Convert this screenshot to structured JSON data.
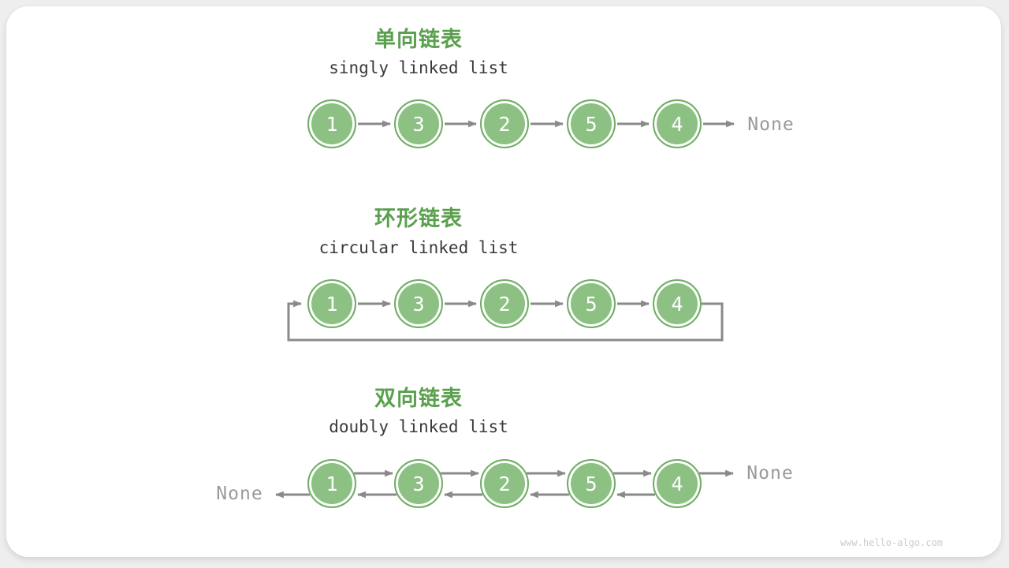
{
  "colors": {
    "title_green": "#5aa04e",
    "node_fill": "#8cc183",
    "node_border": "#6fae63",
    "arrow": "#8a8a8a",
    "none_text": "#9a9a9a"
  },
  "sections": [
    {
      "title": "单向链表",
      "subtitle": "singly linked list",
      "nodes": [
        "1",
        "3",
        "2",
        "5",
        "4"
      ],
      "tail_label": "None"
    },
    {
      "title": "环形链表",
      "subtitle": "circular linked list",
      "nodes": [
        "1",
        "3",
        "2",
        "5",
        "4"
      ]
    },
    {
      "title": "双向链表",
      "subtitle": "doubly linked list",
      "nodes": [
        "1",
        "3",
        "2",
        "5",
        "4"
      ],
      "head_label": "None",
      "tail_label": "None"
    }
  ],
  "footer": {
    "watermark": "www.hello-algo.com"
  }
}
